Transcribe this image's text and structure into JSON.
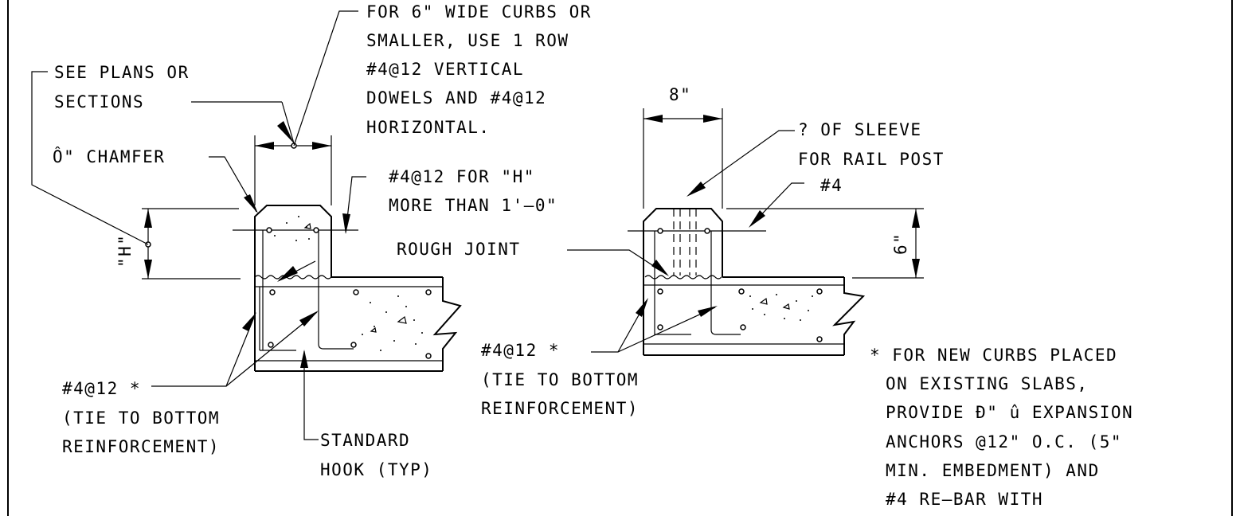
{
  "notes": {
    "curb_note": [
      "FOR 6\" WIDE CURBS OR",
      "SMALLER, USE 1 ROW",
      "#4@12 VERTICAL",
      "DOWELS AND #4@12",
      "HORIZONTAL."
    ],
    "see_plans": [
      "SEE PLANS OR",
      "SECTIONS"
    ],
    "chamfer": "Ô\" CHAMFER",
    "h_note": [
      "#4@12 FOR \"H\"",
      "MORE THAN 1'–0\""
    ],
    "rough_joint": "ROUGH JOINT",
    "h_dim": "\"H\"",
    "left_tie": [
      "#4@12 *",
      "(TIE TO BOTTOM",
      "REINFORCEMENT)"
    ],
    "std_hook": [
      "STANDARD",
      "HOOK (TYP)"
    ],
    "dim_8": "8\"",
    "sleeve": [
      "? OF SLEEVE",
      "FOR RAIL POST"
    ],
    "bar_4": "#4",
    "dim_6": "6\"",
    "right_tie": [
      "#4@12 *",
      "(TIE TO BOTTOM",
      "REINFORCEMENT)"
    ],
    "footnote": [
      "* FOR NEW CURBS PLACED",
      "ON EXISTING SLABS,",
      "PROVIDE Ð\" û EXPANSION",
      "ANCHORS @12\" O.C. (5\"",
      "MIN. EMBEDMENT) AND",
      "#4 RE–BAR WITH"
    ]
  }
}
